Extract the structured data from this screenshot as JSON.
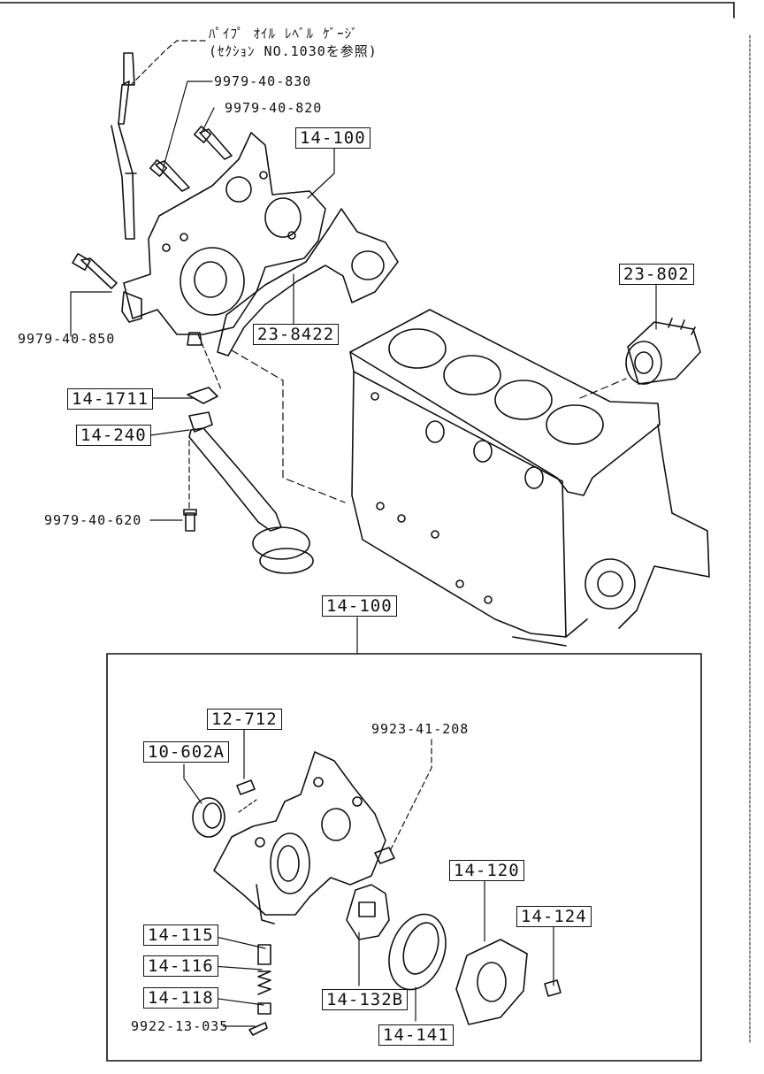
{
  "note": {
    "line1": "ﾊﾟｲﾌﾟ ｵｲﾙ ﾚﾍﾞﾙ ｹﾞｰｼﾞ",
    "line2": "(ｾｸｼｮﾝ NO.1030を参照)"
  },
  "part_numbers": {
    "bolt_830": "9979-40-830",
    "bolt_820": "9979-40-820",
    "bolt_850": "9979-40-850",
    "bolt_620": "9979-40-620",
    "pin_208": "9923-41-208",
    "pin_035": "9922-13-035"
  },
  "callouts": {
    "pump_assembly_top": "14-100",
    "gasket": "23-8422",
    "oil_filter": "23-802",
    "strainer_gasket": "14-1711",
    "strainer": "14-240",
    "pump_assembly_detail": "14-100",
    "pin": "12-712",
    "oil_seal": "10-602A",
    "plunger": "14-115",
    "spring": "14-116",
    "plug": "14-118",
    "inner_rotor": "14-132B",
    "outer_rotor": "14-141",
    "cover": "14-120",
    "screw": "14-124"
  }
}
